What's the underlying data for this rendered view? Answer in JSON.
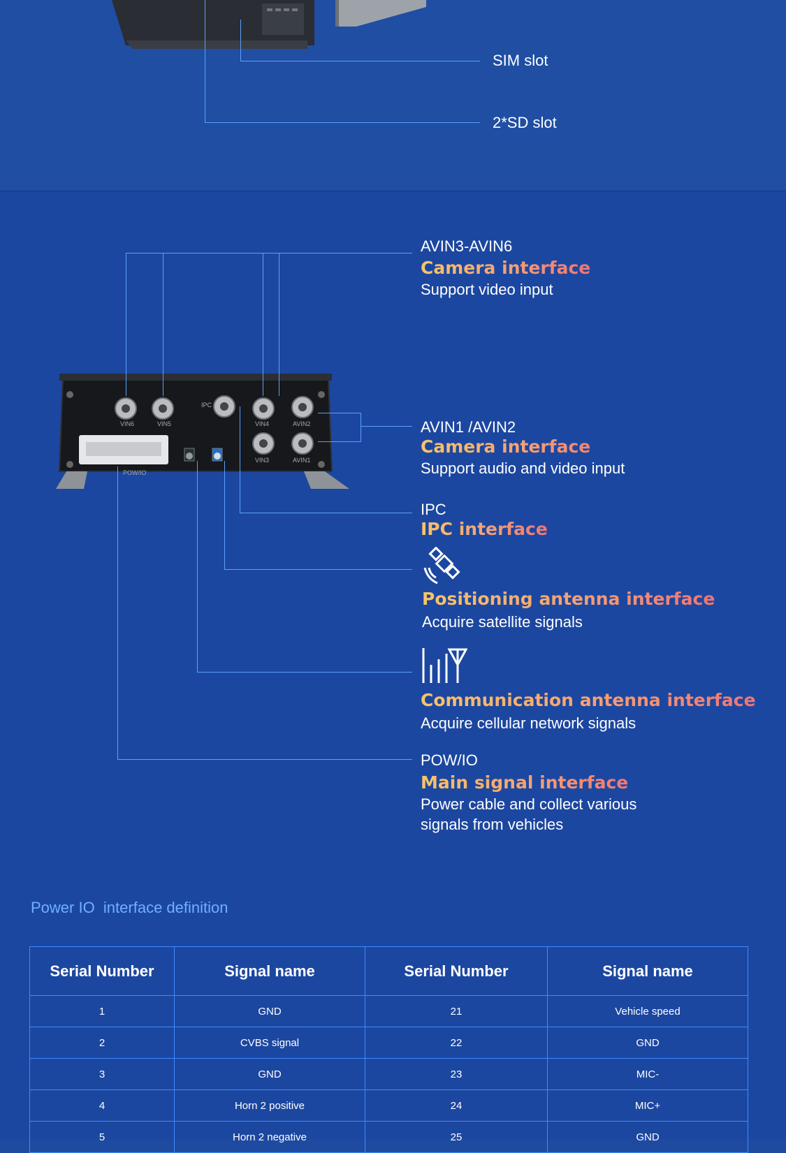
{
  "top": {
    "sim_label": "SIM slot",
    "sd_label": "2*SD slot"
  },
  "interfaces": [
    {
      "code": "AVIN3-AVIN6",
      "title_a": "Camera",
      "title_b": "interface",
      "desc": "Support video input"
    },
    {
      "code": "AVIN1 /AVIN2",
      "title_a": "Camera",
      "title_b": "interface",
      "desc": "Support audio and video input"
    },
    {
      "code": "IPC",
      "title_a": "IPC",
      "title_b": "interface",
      "desc": ""
    },
    {
      "code": "",
      "title_a": "Positioning",
      "title_b": "antenna interface",
      "desc": "Acquire satellite signals",
      "icon": "satellite-icon"
    },
    {
      "code": "",
      "title_a": "Communication",
      "title_b": "antenna interface",
      "desc": "Acquire cellular network signals",
      "icon": "signal-antenna-icon"
    },
    {
      "code": "POW/IO",
      "title_a": "Main signal",
      "title_b": "interface",
      "desc": "Power cable and collect various",
      "desc2": "signals from vehicles"
    }
  ],
  "device_labels": {
    "vin6": "VIN6",
    "vin5": "VIN5",
    "ipc": "IPC",
    "vin4": "VIN4",
    "avin2": "AVIN2",
    "vin3": "VIN3",
    "avin1": "AVIN1",
    "powio": "POW/IO"
  },
  "table_title": "Power IO  interface definition",
  "table": {
    "headers": [
      "Serial Number",
      "Signal name",
      "Serial Number",
      "Signal name"
    ],
    "rows": [
      [
        "1",
        "GND",
        "21",
        "Vehicle speed"
      ],
      [
        "2",
        "CVBS signal",
        "22",
        "GND"
      ],
      [
        "3",
        "GND",
        "23",
        "MIC-"
      ],
      [
        "4",
        "Horn 2 positive",
        "24",
        "MIC+"
      ],
      [
        "5",
        "Horn 2 negative",
        "25",
        "GND"
      ]
    ]
  },
  "colors": {
    "background": "#1e4aa0",
    "line": "#5aa0ff",
    "title_gradient_start": "#f7c56a",
    "title_gradient_end": "#ef7475"
  }
}
